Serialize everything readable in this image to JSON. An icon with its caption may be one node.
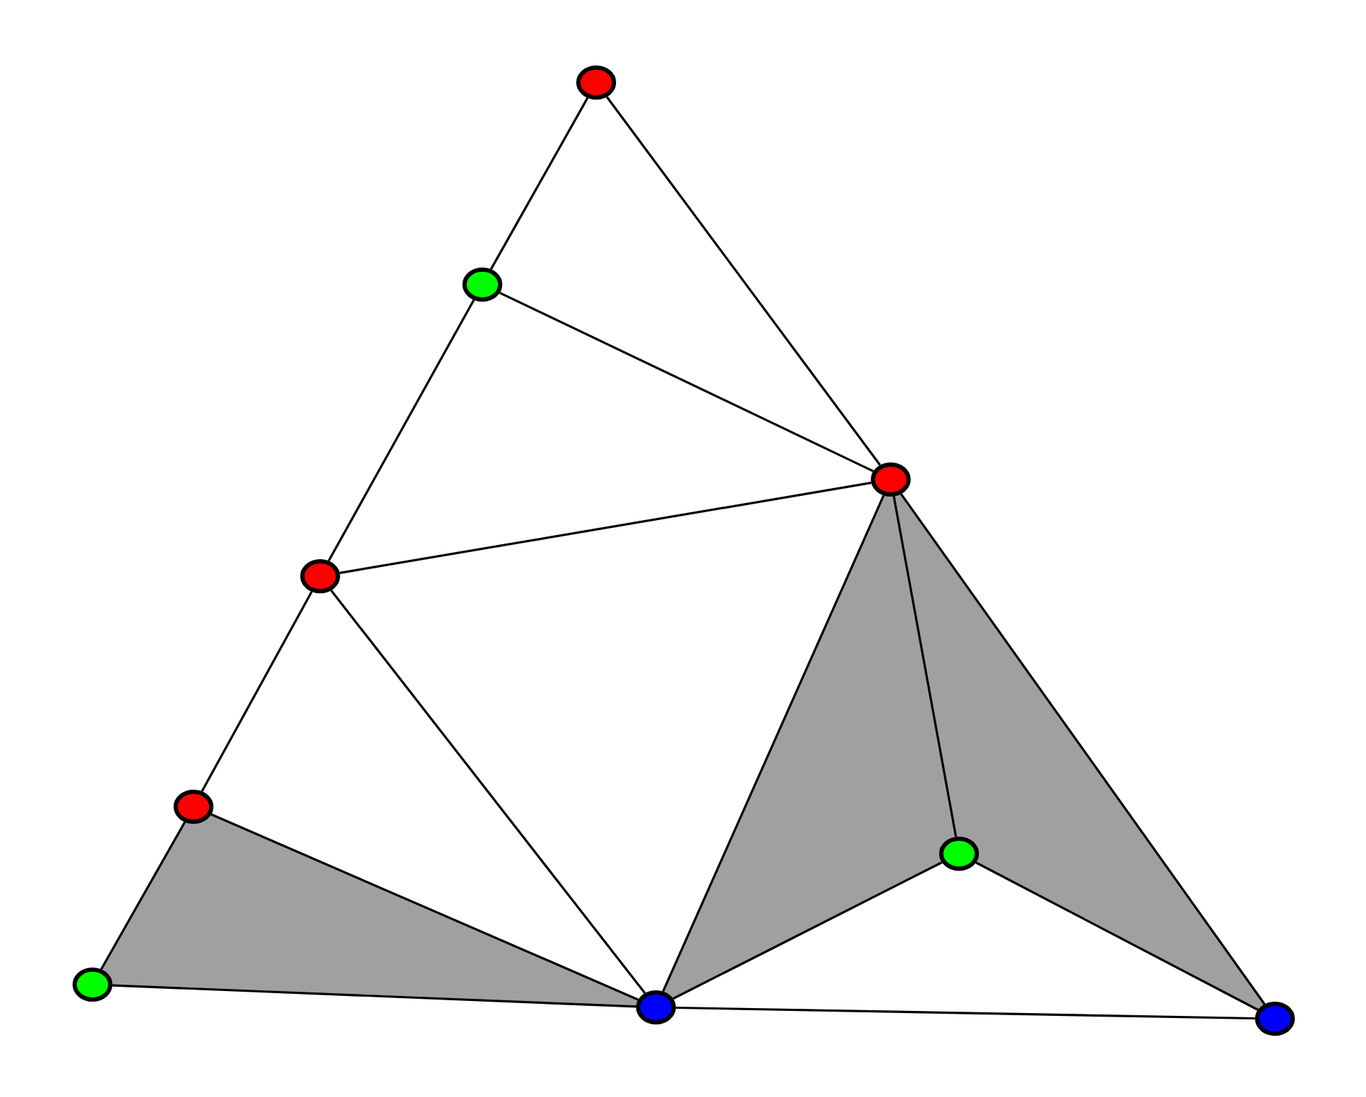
{
  "diagram": {
    "nodes": [
      {
        "text": [],
        "shape": "circle"
      },
      {
        "text": [],
        "shape": "circle"
      },
      {
        "text": [],
        "shape": "circle"
      },
      {
        "text": [],
        "shape": "circle"
      },
      {
        "text": [],
        "shape": "circle"
      },
      {
        "text": [],
        "shape": "circle"
      },
      {
        "text": [],
        "shape": "circle"
      },
      {
        "text": [],
        "shape": "circle"
      },
      {
        "text": [],
        "shape": "circle"
      }
    ],
    "edges": [
      {
        "from": 0,
        "to": 1,
        "arrow": "none"
      },
      {
        "from": 0,
        "to": 2,
        "arrow": "none"
      },
      {
        "from": 1,
        "to": 3,
        "arrow": "none"
      },
      {
        "from": 1,
        "to": 2,
        "arrow": "none"
      },
      {
        "from": 3,
        "to": 2,
        "arrow": "none"
      },
      {
        "from": 3,
        "to": 4,
        "arrow": "none"
      },
      {
        "from": 3,
        "to": 7,
        "arrow": "none"
      },
      {
        "from": 4,
        "to": 6,
        "arrow": "none"
      },
      {
        "from": 4,
        "to": 7,
        "arrow": "none"
      },
      {
        "from": 6,
        "to": 7,
        "arrow": "none"
      },
      {
        "from": 2,
        "to": 7,
        "arrow": "none"
      },
      {
        "from": 2,
        "to": 5,
        "arrow": "none"
      },
      {
        "from": 2,
        "to": 8,
        "arrow": "none"
      },
      {
        "from": 5,
        "to": 7,
        "arrow": "none"
      },
      {
        "from": 5,
        "to": 8,
        "arrow": "none"
      },
      {
        "from": 7,
        "to": 8,
        "arrow": "none"
      }
    ]
  }
}
